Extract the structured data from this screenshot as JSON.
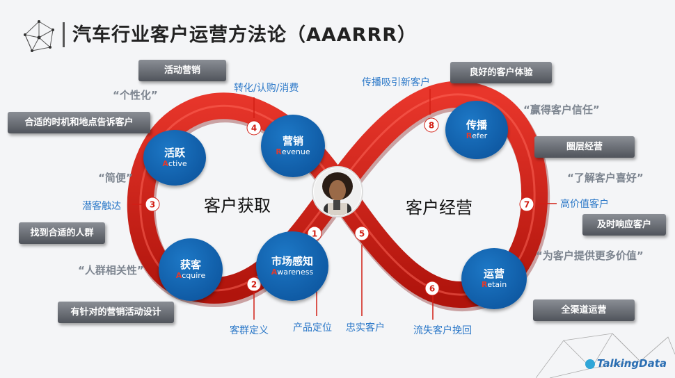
{
  "title": "汽车行业客户运营方法论（AAARRR）",
  "left_center": "客户获取",
  "right_center": "客户经营",
  "stages": {
    "awareness": {
      "zh": "市场感知",
      "en_first": "A",
      "en_rest": "wareness"
    },
    "acquire": {
      "zh": "获客",
      "en_first": "A",
      "en_rest": "cquire"
    },
    "active": {
      "zh": "活跃",
      "en_first": "A",
      "en_rest": "ctive"
    },
    "revenue": {
      "zh": "营销",
      "en_first": "R",
      "en_rest": "evenue"
    },
    "retain": {
      "zh": "运营",
      "en_first": "R",
      "en_rest": "etain"
    },
    "refer": {
      "zh": "传播",
      "en_first": "R",
      "en_rest": "efer"
    }
  },
  "numbers": [
    "1",
    "2",
    "3",
    "4",
    "5",
    "6",
    "7",
    "8"
  ],
  "blue_labels": {
    "n1": "产品定位",
    "n2": "客群定义",
    "n3": "潜客触达",
    "n4": "转化/认购/消费",
    "n5": "忠实客户",
    "n6": "流失客户挽回",
    "n7": "高价值客户",
    "n8": "传播吸引新客户"
  },
  "gray_boxes": {
    "activity_marketing": "活动营销",
    "right_time": "合适的时机和地点告诉客户",
    "find_crowd": "找到合适的人群",
    "targeted_design": "有针对的营销活动设计",
    "good_experience": "良好的客户体验",
    "circle_ops": "圈层经营",
    "timely_response": "及时响应客户",
    "omni_channel": "全渠道运营"
  },
  "quotes": {
    "personalized": "“个性化”",
    "convenient": "“简便”",
    "relevance": "“人群相关性”",
    "trust": "“赢得客户信任”",
    "preference": "“了解客户喜好”",
    "more_value": "“为客户提供更多价值”"
  },
  "brand": "TalkingData",
  "colors": {
    "ring": "#d21e14",
    "circle": "#0a5aa8",
    "label_blue": "#2b78c8",
    "badge_text": "#d21e14"
  }
}
